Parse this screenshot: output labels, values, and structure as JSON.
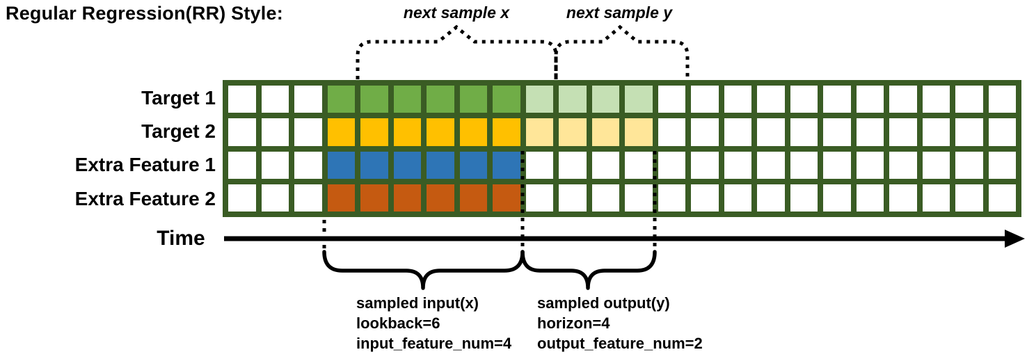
{
  "title": "Regular Regression(RR) Style:",
  "annotations": {
    "next_sample_x": "next sample x",
    "next_sample_y": "next sample y",
    "time_label": "Time"
  },
  "notes": {
    "input": [
      "sampled input(x)",
      "lookback=6",
      "input_feature_num=4"
    ],
    "output": [
      "sampled output(y)",
      "horizon=4",
      "output_feature_num=2"
    ]
  },
  "palette": {
    "grid_line": "#3A5C24",
    "target1_input": "#70AD47",
    "target1_output": "#C5E0B4",
    "target2_input": "#FFC000",
    "target2_output": "#FFE699",
    "extra1_input": "#2E75B6",
    "extra2_input": "#C55A11",
    "empty": "#FFFFFF",
    "annotation": "#000000"
  },
  "grid": {
    "columns": 24,
    "lookback": 6,
    "horizon": 4,
    "input_feature_num": 4,
    "output_feature_num": 2,
    "rows": [
      {
        "label": "Target 1",
        "segments": [
          {
            "count": 3,
            "color": "#FFFFFF"
          },
          {
            "count": 6,
            "color": "#70AD47"
          },
          {
            "count": 4,
            "color": "#C5E0B4"
          },
          {
            "count": 11,
            "color": "#FFFFFF"
          }
        ]
      },
      {
        "label": "Target 2",
        "segments": [
          {
            "count": 3,
            "color": "#FFFFFF"
          },
          {
            "count": 6,
            "color": "#FFC000"
          },
          {
            "count": 4,
            "color": "#FFE699"
          },
          {
            "count": 11,
            "color": "#FFFFFF"
          }
        ]
      },
      {
        "label": "Extra Feature 1",
        "segments": [
          {
            "count": 3,
            "color": "#FFFFFF"
          },
          {
            "count": 6,
            "color": "#2E75B6"
          },
          {
            "count": 15,
            "color": "#FFFFFF"
          }
        ]
      },
      {
        "label": "Extra Feature 2",
        "segments": [
          {
            "count": 3,
            "color": "#FFFFFF"
          },
          {
            "count": 6,
            "color": "#C55A11"
          },
          {
            "count": 15,
            "color": "#FFFFFF"
          }
        ]
      }
    ]
  }
}
